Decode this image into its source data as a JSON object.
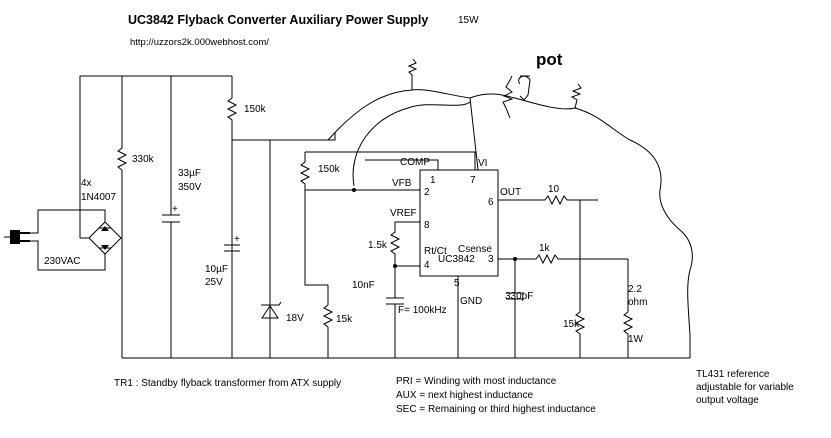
{
  "title": "UC3842 Flyback Converter Auxiliary Power Supply",
  "power_rating": "15W",
  "url": "http://uzzors2k.000webhost.com/",
  "pot_label": "pot",
  "components": {
    "r_330k": "330k",
    "bridge_line1": "4x",
    "bridge_line2": "1N4007",
    "mains": "230VAC",
    "cap_bulk_line1": "33µF",
    "cap_bulk_line2": "350V",
    "r_start": "150k",
    "cap_vcc_line1": "10µF",
    "cap_vcc_line2": "25V",
    "zener": "18V",
    "r_fb_top": "150k",
    "r_fb_bottom": "15k",
    "r_rt": "1.5k",
    "c_ct": "10nF",
    "freq": "F= 100kHz",
    "r_gate": "10",
    "r_sense_filter": "1k",
    "c_sense": "330pF",
    "r_pulldown": "15k",
    "r_shunt_line1": "2.2",
    "r_shunt_line2": "ohm",
    "r_shunt_line3": "1W"
  },
  "ic": {
    "name": "UC3842",
    "pins": {
      "comp": "COMP",
      "vi": "VI",
      "vfb": "VFB",
      "out": "OUT",
      "vref": "VREF",
      "rtct": "Rt/Ct",
      "csense": "Csense",
      "gnd": "GND",
      "n1": "1",
      "n2": "2",
      "n3": "3",
      "n4": "4",
      "n5": "5",
      "n6": "6",
      "n7": "7",
      "n8": "8"
    }
  },
  "notes": {
    "tr1": "TR1 : Standby flyback transformer from ATX supply",
    "pri": "PRI = Winding with most inductance",
    "aux": "AUX = next highest inductance",
    "sec": "SEC = Remaining or third highest inductance",
    "tl431_line1": "TL431 reference",
    "tl431_line2": "adjustable for variable",
    "tl431_line3": "output voltage"
  }
}
